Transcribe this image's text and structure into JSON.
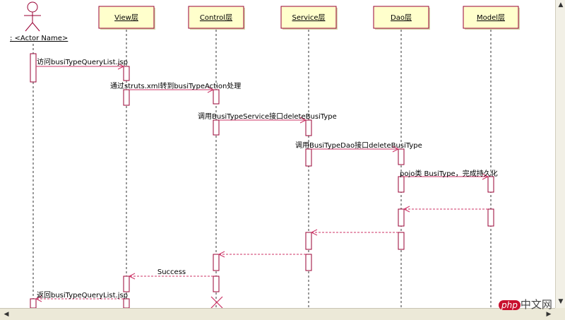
{
  "actor": {
    "name": ": <Actor Name>"
  },
  "lifelines": [
    {
      "id": "view",
      "label": "View层"
    },
    {
      "id": "control",
      "label": "Control层"
    },
    {
      "id": "service",
      "label": "Service层"
    },
    {
      "id": "dao",
      "label": "Dao层"
    },
    {
      "id": "model",
      "label": "Model层"
    }
  ],
  "messages": [
    {
      "label": "访问busiTypeQueryList.jsp",
      "kind": "call"
    },
    {
      "label": "通过struts.xml转到busiTypeAction处理",
      "kind": "call"
    },
    {
      "label": "调用BusiTypeService接口deleteBusiType",
      "kind": "call"
    },
    {
      "label": "调用BusiTypeDao接口deleteBusiType",
      "kind": "call"
    },
    {
      "label": "pojo类 BusiType，完成持久化",
      "kind": "call"
    },
    {
      "label": "",
      "kind": "return"
    },
    {
      "label": "",
      "kind": "return"
    },
    {
      "label": "",
      "kind": "return"
    },
    {
      "label": "Success",
      "kind": "return"
    },
    {
      "label": "返回busiTypeQueryList.jsp",
      "kind": "return"
    }
  ],
  "colors": {
    "box_fill": "#ffffcc",
    "box_border": "#990033",
    "arrow": "#cc3366"
  },
  "watermark": {
    "badge": "php",
    "text": "中文网"
  }
}
